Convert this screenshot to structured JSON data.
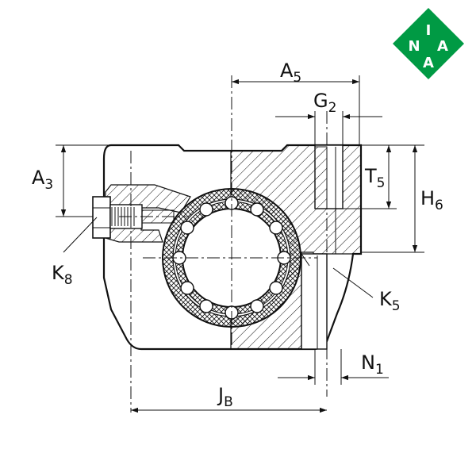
{
  "brand": {
    "logo_letters": [
      "I",
      "N",
      "A",
      "A"
    ],
    "logo_color": "#009a44"
  },
  "dimensions": {
    "a5": {
      "main": "A",
      "sub": "5"
    },
    "g2": {
      "main": "G",
      "sub": "2"
    },
    "a3": {
      "main": "A",
      "sub": "3"
    },
    "t5": {
      "main": "T",
      "sub": "5"
    },
    "h6": {
      "main": "H",
      "sub": "6"
    },
    "k8": {
      "main": "K",
      "sub": "8"
    },
    "k5": {
      "main": "K",
      "sub": "5"
    },
    "n1": {
      "main": "N",
      "sub": "1"
    },
    "jb": {
      "main": "J",
      "sub": "B"
    }
  }
}
